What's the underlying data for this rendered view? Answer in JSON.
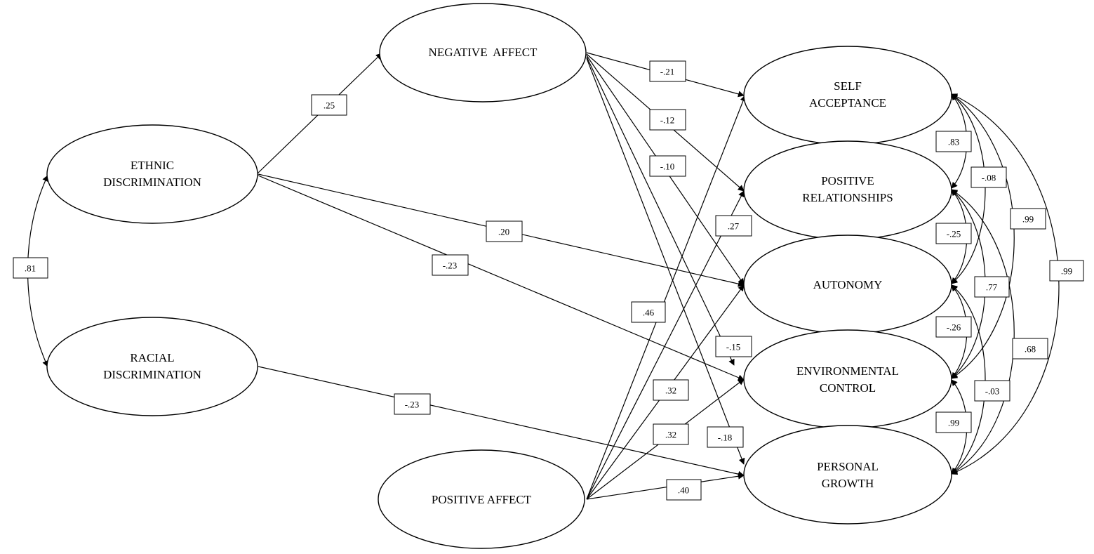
{
  "nodes": {
    "ethnic": {
      "lines": [
        "ETHNIC",
        "DISCRIMINATION"
      ]
    },
    "racial": {
      "lines": [
        "RACIAL",
        "DISCRIMINATION"
      ]
    },
    "negative": {
      "lines": [
        "NEGATIVE  AFFECT"
      ]
    },
    "positive": {
      "lines": [
        "POSITIVE AFFECT"
      ]
    },
    "self_acceptance": {
      "lines": [
        "SELF",
        "ACCEPTANCE"
      ]
    },
    "positive_relationships": {
      "lines": [
        "POSITIVE",
        "RELATIONSHIPS"
      ]
    },
    "autonomy": {
      "lines": [
        "AUTONOMY"
      ]
    },
    "environmental_control": {
      "lines": [
        "ENVIRONMENTAL",
        "CONTROL"
      ]
    },
    "personal_growth": {
      "lines": [
        "PERSONAL",
        "GROWTH"
      ]
    }
  },
  "paths": [
    {
      "id": "eth-neg",
      "from": "ethnic",
      "to": "negative",
      "label": ".25"
    },
    {
      "id": "eth-aut",
      "from": "ethnic",
      "to": "autonomy",
      "label": ".20"
    },
    {
      "id": "eth-env",
      "from": "ethnic",
      "to": "environmental_control",
      "label": "-.23"
    },
    {
      "id": "rac-pg",
      "from": "racial",
      "to": "personal_growth",
      "label": "-.23"
    },
    {
      "id": "neg-sa",
      "from": "negative",
      "to": "self_acceptance",
      "label": "-.21"
    },
    {
      "id": "neg-pr",
      "from": "negative",
      "to": "positive_relationships",
      "label": "-.12"
    },
    {
      "id": "neg-aut",
      "from": "negative",
      "to": "autonomy",
      "label": "-.10"
    },
    {
      "id": "neg-env",
      "from": "negative",
      "to": "environmental_control",
      "label": "-.15"
    },
    {
      "id": "neg-pg",
      "from": "negative",
      "to": "personal_growth",
      "label": "-.18"
    },
    {
      "id": "pos-sa",
      "from": "positive",
      "to": "self_acceptance",
      "label": ".46"
    },
    {
      "id": "pos-pr",
      "from": "positive",
      "to": "positive_relationships",
      "label": ".27"
    },
    {
      "id": "pos-aut",
      "from": "positive",
      "to": "autonomy",
      "label": ".32"
    },
    {
      "id": "pos-env",
      "from": "positive",
      "to": "environmental_control",
      "label": ".32"
    },
    {
      "id": "pos-pg",
      "from": "positive",
      "to": "personal_growth",
      "label": ".40"
    }
  ],
  "covariances": [
    {
      "id": "eth-rac",
      "from": "ethnic",
      "to": "racial",
      "label": ".81"
    },
    {
      "id": "sa-pr",
      "from": "self_acceptance",
      "to": "positive_relationships",
      "label": ".83"
    },
    {
      "id": "sa-aut",
      "from": "self_acceptance",
      "to": "autonomy",
      "label": "-.08"
    },
    {
      "id": "sa-env",
      "from": "self_acceptance",
      "to": "environmental_control",
      "label": ".99"
    },
    {
      "id": "sa-pg",
      "from": "self_acceptance",
      "to": "personal_growth",
      "label": ".99"
    },
    {
      "id": "pr-aut",
      "from": "positive_relationships",
      "to": "autonomy",
      "label": "-.25"
    },
    {
      "id": "pr-env",
      "from": "positive_relationships",
      "to": "environmental_control",
      "label": ".77"
    },
    {
      "id": "pr-pg",
      "from": "positive_relationships",
      "to": "personal_growth",
      "label": ".68"
    },
    {
      "id": "aut-env",
      "from": "autonomy",
      "to": "environmental_control",
      "label": "-.26"
    },
    {
      "id": "aut-pg",
      "from": "autonomy",
      "to": "personal_growth",
      "label": "-.03"
    },
    {
      "id": "env-pg",
      "from": "environmental_control",
      "to": "personal_growth",
      "label": ".99"
    }
  ]
}
